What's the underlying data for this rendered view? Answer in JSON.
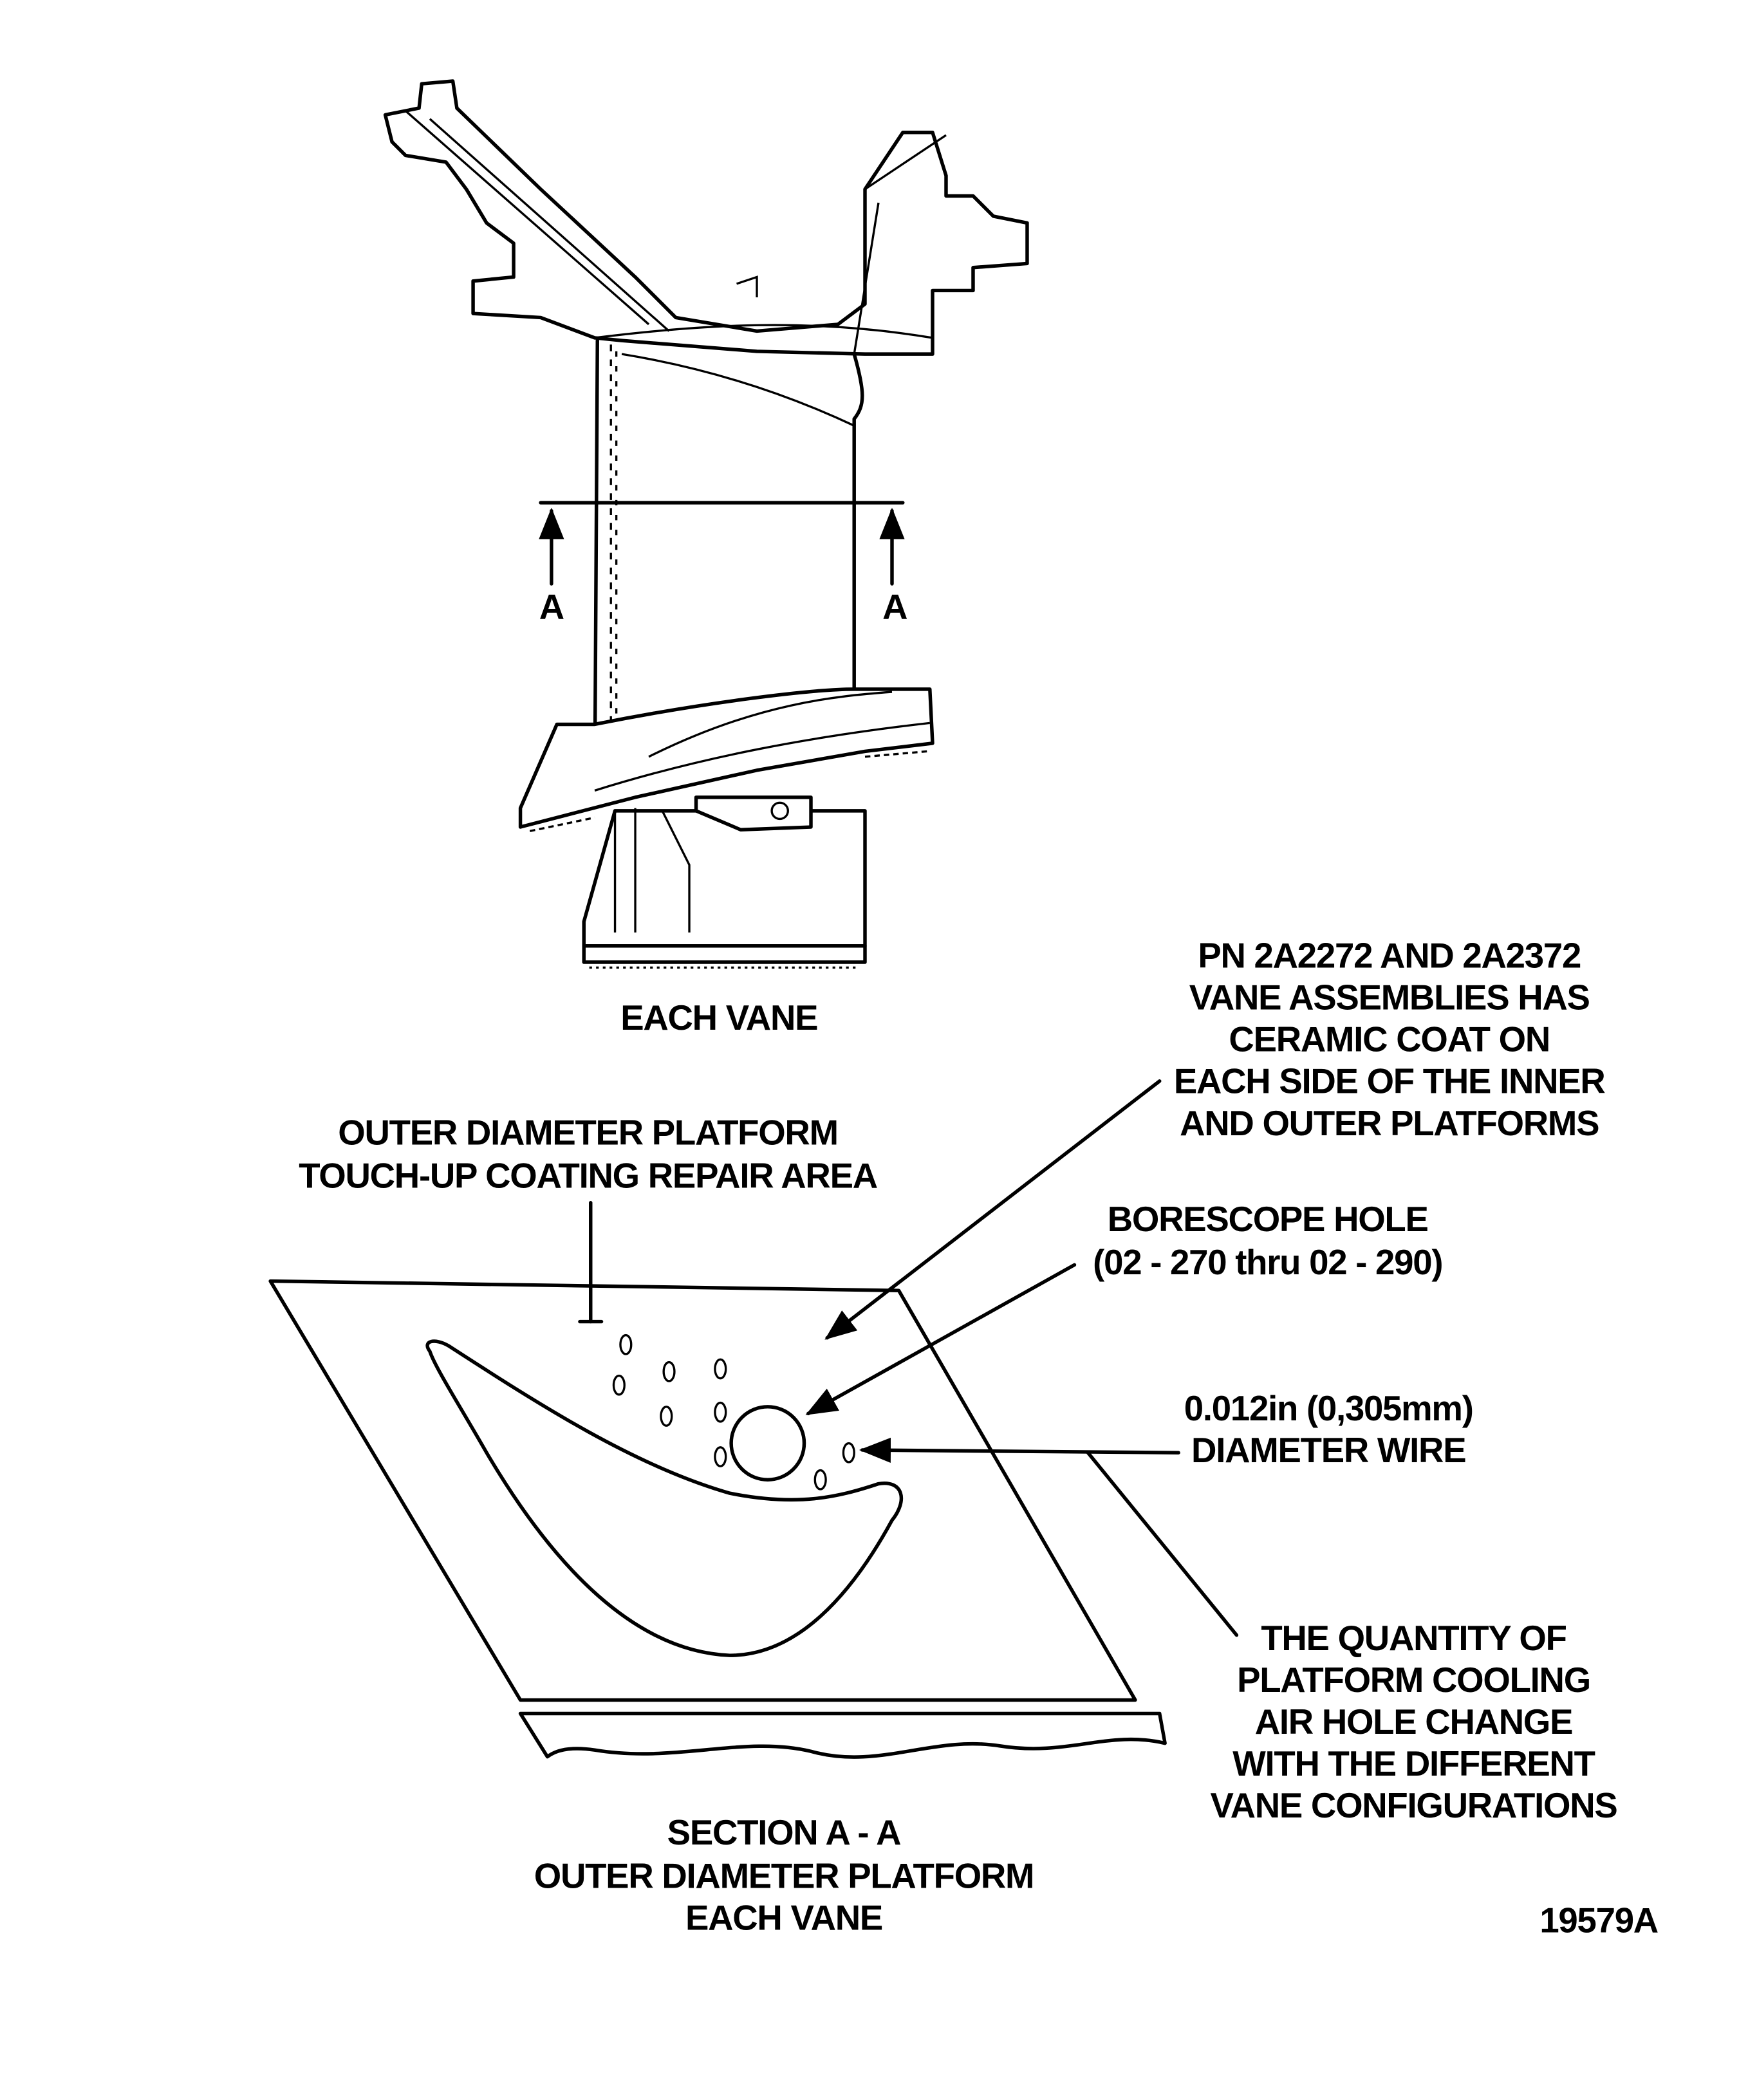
{
  "vane_view": {
    "label": "EACH VANE",
    "section_marks": [
      "A",
      "A"
    ]
  },
  "callouts": {
    "ceramic_coat": [
      "PN 2A2272 AND 2A2372",
      "VANE ASSEMBLIES HAS",
      "CERAMIC COAT ON",
      "EACH SIDE OF THE INNER",
      "AND OUTER PLATFORMS"
    ],
    "touch_up": [
      "OUTER DIAMETER PLATFORM",
      "TOUCH-UP COATING REPAIR AREA"
    ],
    "borescope": [
      "BORESCOPE HOLE",
      "(02 - 270 thru 02 - 290)"
    ],
    "wire": [
      "0.012in (0,305mm)",
      "DIAMETER WIRE"
    ],
    "cooling_holes": [
      "THE QUANTITY OF",
      "PLATFORM COOLING",
      "AIR HOLE CHANGE",
      "WITH THE DIFFERENT",
      "VANE CONFIGURATIONS"
    ]
  },
  "section_view": {
    "label": [
      "SECTION A - A",
      "OUTER DIAMETER PLATFORM",
      "EACH VANE"
    ]
  },
  "figure_number": "19579A"
}
